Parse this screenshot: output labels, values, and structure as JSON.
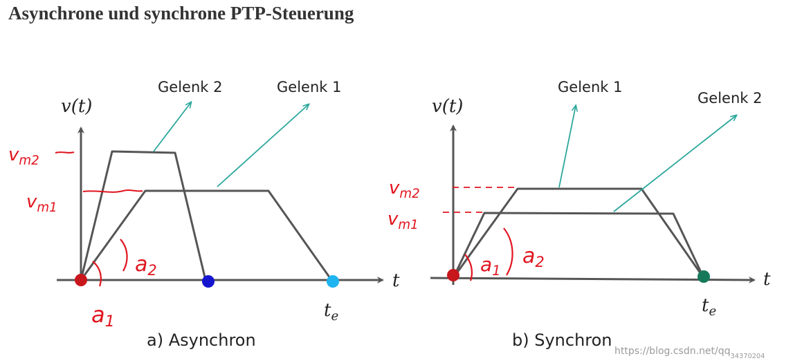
{
  "title": "Asynchrone und synchrone PTP-Steuerung",
  "colors": {
    "axis": "#555555",
    "profile": "#555555",
    "pointer": "#2aa79b",
    "annotation": "#e0141e",
    "origin": "#c8161d",
    "end_async_2": "#1515d0",
    "end_async_1": "#1eb4f0",
    "end_sync": "#167a5a"
  },
  "left": {
    "caption": "a) Asynchron",
    "y_axis_label": "v(t)",
    "x_axis_label": "t",
    "end_time_label": "t_e",
    "joint_2_label": "Gelenk 2",
    "joint_1_label": "Gelenk 1",
    "vmax_2_label": "v_m2",
    "vmax_1_label": "v_m1",
    "accel_1_label": "a_1",
    "accel_2_label": "a_2"
  },
  "right": {
    "caption": "b) Synchron",
    "y_axis_label": "v(t)",
    "x_axis_label": "t",
    "end_time_label": "t_e",
    "joint_1_label": "Gelenk 1",
    "joint_2_label": "Gelenk 2",
    "vmax_2_label": "v_m2",
    "vmax_1_label": "v_m1",
    "accel_1_label": "a_1",
    "accel_2_label": "a_2"
  },
  "watermark": "https://blog.csdn.net/qq_34370204"
}
